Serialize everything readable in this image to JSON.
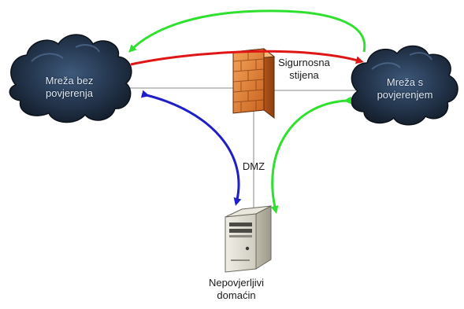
{
  "nodes": {
    "untrusted_network": {
      "line1": "Mreža bez",
      "line2": "povjerenja"
    },
    "trusted_network": {
      "line1": "Mreža s",
      "line2": "povjerenjem"
    },
    "firewall": {
      "line1": "Sigurnosna",
      "line2": "stijena"
    },
    "host": {
      "line1": "Nepovjerljivi",
      "line2": "domaćin"
    }
  },
  "edges": {
    "dmz_label": "DMZ"
  },
  "colors": {
    "cloud_fill": "#1f2e42",
    "cloud_highlight": "#3e5a7c",
    "arrow_green": "#2fe02f",
    "arrow_red": "#e01616",
    "arrow_blue": "#1f1fc8",
    "connector_line": "#8a8a8a",
    "brick_orange": "#e8842a",
    "brick_dark": "#b4531a",
    "server_body": "#d8d6cc"
  },
  "icons": {
    "untrusted_network": "cloud-icon",
    "trusted_network": "cloud-icon",
    "firewall": "brick-wall-icon",
    "host": "server-tower-icon"
  }
}
